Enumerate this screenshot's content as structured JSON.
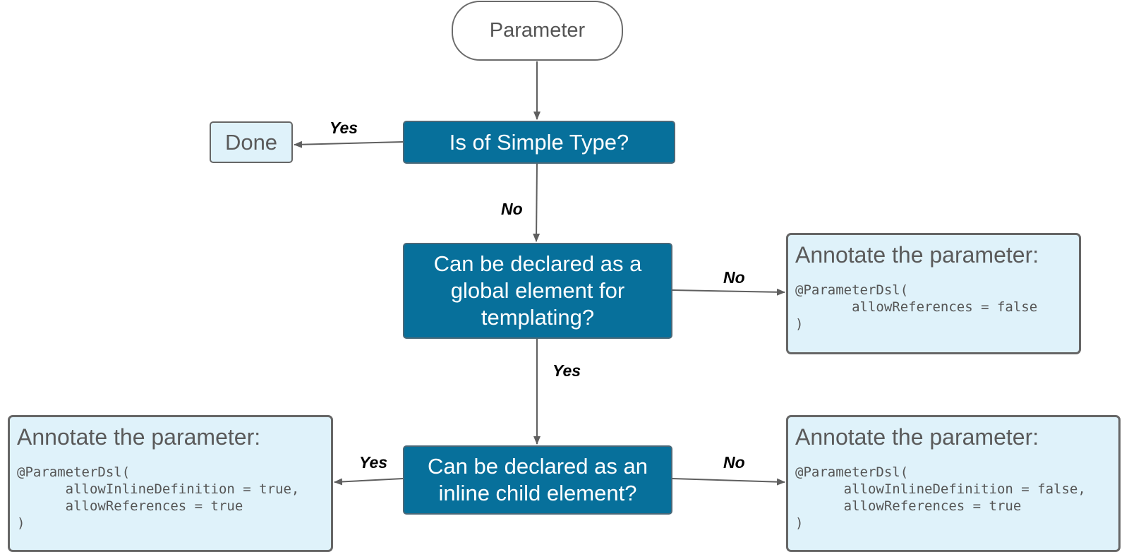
{
  "start": {
    "label": "Parameter"
  },
  "decisions": {
    "simple_type": "Is of Simple Type?",
    "global_element": "Can be declared as a global element for templating?",
    "inline_child": "Can be declared as an inline child element?"
  },
  "done": {
    "label": "Done"
  },
  "annotations": {
    "global_no": {
      "title": "Annotate the parameter:",
      "code": "@ParameterDsl(\n       allowReferences = false\n)"
    },
    "inline_yes": {
      "title": "Annotate the parameter:",
      "code": "@ParameterDsl(\n      allowInlineDefinition = true,\n      allowReferences = true\n)"
    },
    "inline_no": {
      "title": "Annotate the parameter:",
      "code": "@ParameterDsl(\n      allowInlineDefinition = false,\n      allowReferences = true\n)"
    }
  },
  "edge_labels": {
    "simple_yes": "Yes",
    "simple_no": "No",
    "global_no": "No",
    "global_yes": "Yes",
    "inline_yes": "Yes",
    "inline_no": "No"
  },
  "colors": {
    "decision_fill": "#07709b",
    "annotation_fill": "#dff2fa",
    "edge": "#5f5f5f"
  }
}
